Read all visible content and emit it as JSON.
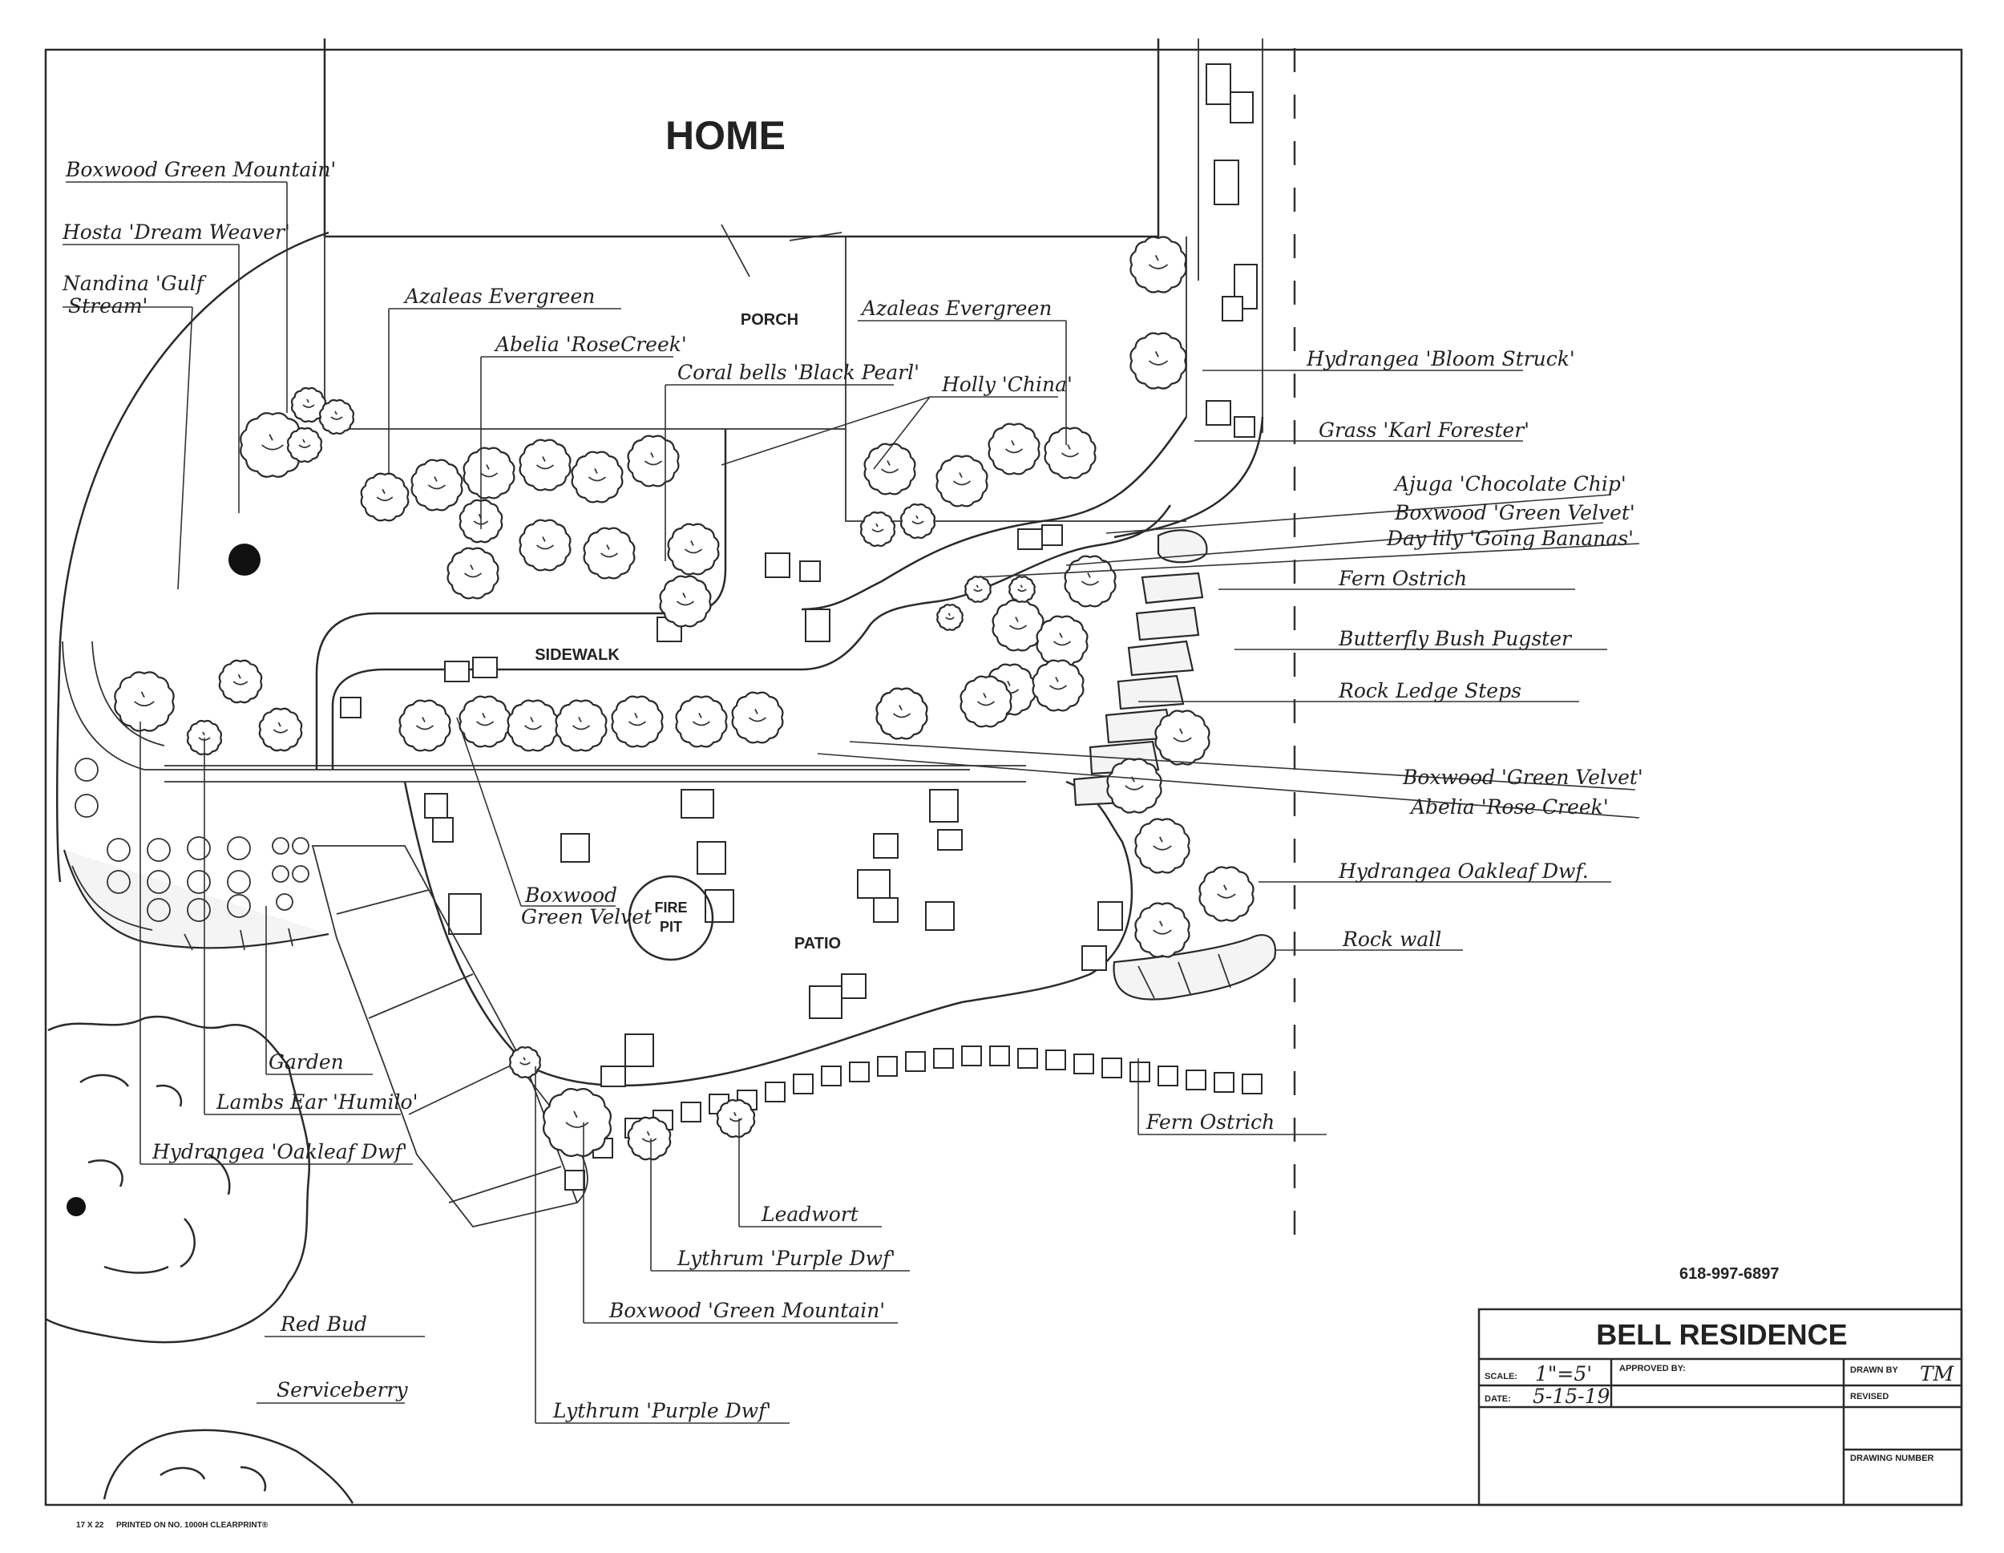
{
  "colors": {
    "ink": "#222222",
    "paper": "#ffffff",
    "accent": "#111111"
  },
  "areas": {
    "home": "HOME",
    "porch": "PORCH",
    "sidewalk": "SIDEWALK",
    "patio": "PATIO",
    "fire_pit_line1": "FIRE",
    "fire_pit_line2": "PIT"
  },
  "labels_left": [
    "Boxwood Green Mountain'",
    "Hosta 'Dream Weaver'",
    "Nandina 'Gulf",
    "Stream'"
  ],
  "labels_top": [
    "Azaleas Evergreen",
    "Abelia 'RoseCreek'",
    "Coral bells 'Black Pearl'",
    "Holly 'China'",
    "Azaleas Evergreen"
  ],
  "labels_right": [
    "Hydrangea 'Bloom Struck'",
    "Grass 'Karl Forester'",
    "Ajuga 'Chocolate Chip'",
    "Boxwood 'Green Velvet'",
    "Day lily 'Going Bananas'",
    "Fern Ostrich",
    "Butterfly Bush Pugster",
    "Rock Ledge Steps",
    "Boxwood 'Green Velvet'",
    "Abelia 'Rose Creek'",
    "Hydrangea Oakleaf Dwf.",
    "Rock wall",
    "Fern Ostrich"
  ],
  "labels_bottom": [
    "Garden",
    "Lambs Ear 'Humilo'",
    "Hydrangea 'Oakleaf Dwf'",
    "Red Bud",
    "Serviceberry",
    "Leadwort",
    "Lythrum 'Purple Dwf'",
    "Boxwood 'Green Mountain'",
    "Lythrum 'Purple Dwf'"
  ],
  "boxwood_label_line1": "Boxwood",
  "boxwood_label_line2": "Green Velvet",
  "phone": "618-997-6897",
  "title_block": {
    "title": "BELL RESIDENCE",
    "scale_label": "SCALE:",
    "scale_value": "1\"=5'",
    "date_label": "DATE:",
    "date_value": "5-15-19",
    "approved_label": "APPROVED BY:",
    "drawn_label": "DRAWN BY",
    "drawn_value": "TM",
    "revised_label": "REVISED",
    "drawing_number_label": "DRAWING NUMBER"
  },
  "paper_note_size": "17 X 22",
  "paper_note": "PRINTED ON NO. 1000H CLEARPRINT®"
}
